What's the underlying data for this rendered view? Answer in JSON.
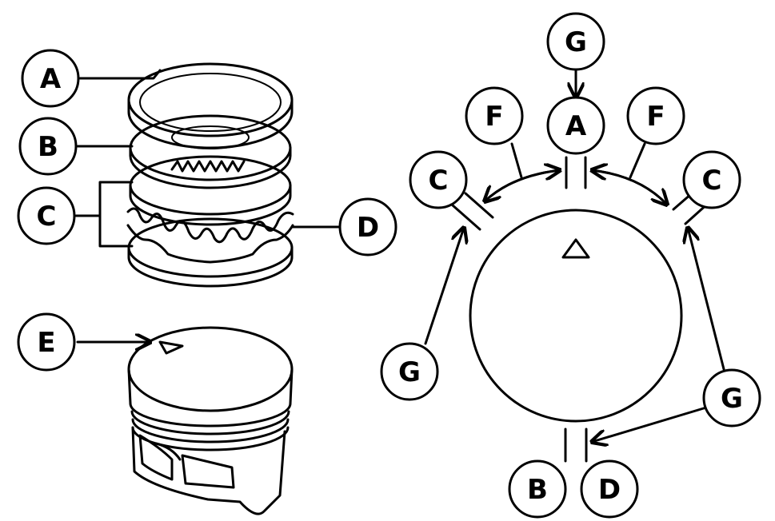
{
  "left": {
    "A": "A",
    "B": "B",
    "C": "C",
    "D": "D",
    "E": "E"
  },
  "right": {
    "G_top": "G",
    "A": "A",
    "F_left": "F",
    "F_right": "F",
    "C_left": "C",
    "C_right": "C",
    "G_left": "G",
    "G_right": "G",
    "B": "B",
    "D": "D"
  }
}
